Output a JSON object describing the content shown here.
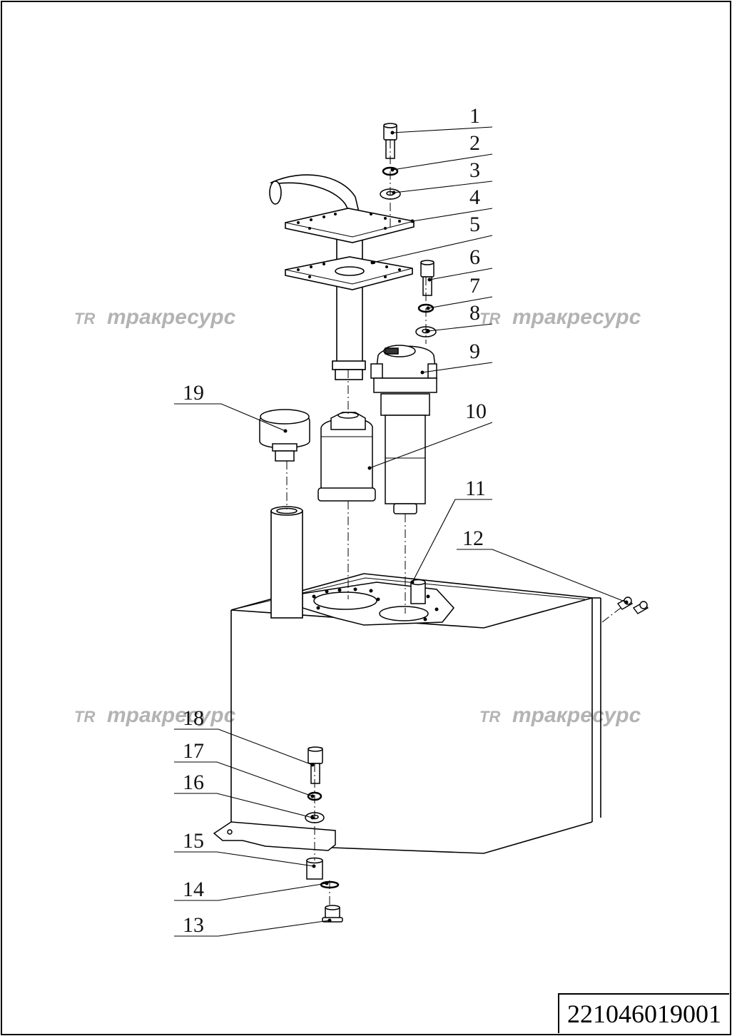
{
  "drawing": {
    "number": "221046019001",
    "watermark_text": "тракресурс",
    "watermark_logo": "TR",
    "callouts": [
      "1",
      "2",
      "3",
      "4",
      "5",
      "6",
      "7",
      "8",
      "9",
      "10",
      "11",
      "12",
      "13",
      "14",
      "15",
      "16",
      "17",
      "18",
      "19"
    ]
  }
}
